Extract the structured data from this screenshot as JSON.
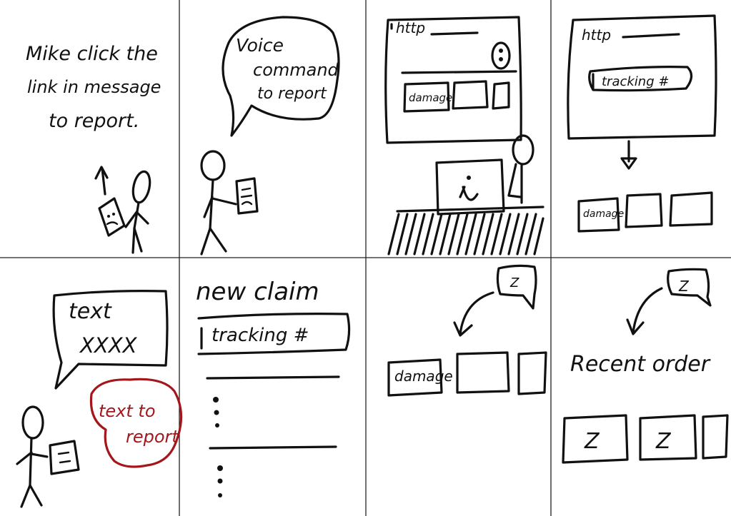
{
  "colors": {
    "ink": "#111111",
    "accent_red": "#a3161b",
    "paper": "#ffffff"
  },
  "panels": {
    "p1": {
      "caption_lines": [
        "Mike click the",
        "link in message",
        "to report."
      ]
    },
    "p2": {
      "bubble_lines": [
        "Voice",
        "command",
        "to report"
      ]
    },
    "p3": {
      "url_label": "http",
      "tile_label": "damage"
    },
    "p4": {
      "url_label": "http",
      "field_label": "tracking #",
      "tile_label": "damage"
    },
    "p5": {
      "bubble_lines": [
        "text",
        "XXXX"
      ],
      "red_note_lines": [
        "text to",
        "report"
      ]
    },
    "p6": {
      "title": "new claim",
      "field_label": "tracking #"
    },
    "p7": {
      "tile_label": "damage",
      "chat_glyph": "Z"
    },
    "p8": {
      "chat_glyph": "Z",
      "title": "Recent order",
      "tile_glyphs": [
        "Z",
        "Z"
      ]
    }
  }
}
